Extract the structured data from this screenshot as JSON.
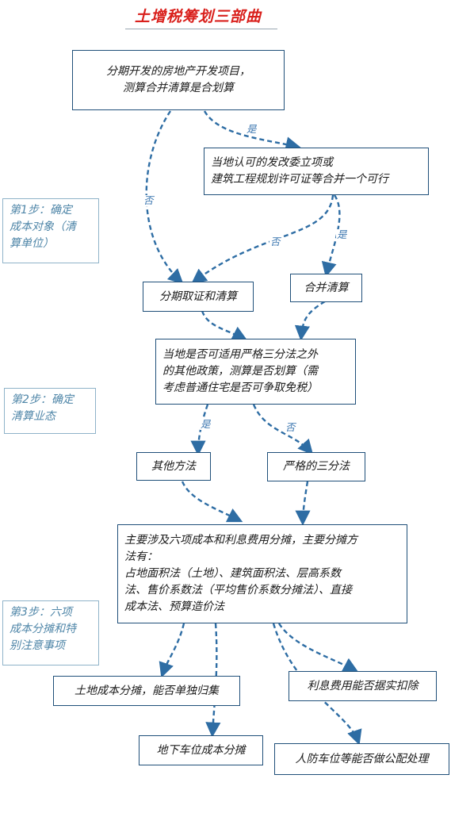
{
  "title": "土增税筹划三部曲",
  "steps": {
    "step1": "第1步：确定\n成本对象（清\n算单位）",
    "step2": "第2步：确定\n清算业态",
    "step3": "第3步：六项\n成本分摊和特\n别注意事项"
  },
  "nodes": {
    "project": "分期开发的房地产开发项目，\n测算合并清算是合划算",
    "approval": "当地认可的发改委立项或\n建筑工程规划许可证等合并一个可行",
    "phased": "分期取证和清算",
    "merged": "合并清算",
    "policy": "当地是否可适用严格三分法之外\n的其他政策，测算是否划算（需\n考虑普通住宅是否可争取免税）",
    "other_method": "其他方法",
    "strict_three": "严格的三分法",
    "allocation": "主要涉及六项成本和利息费用分摊，主要分摊方\n法有：\n占地面积法（土地）、建筑面积法、层高系数\n法、售价系数法（平均售价系数分摊法）、直接\n成本法、预算造价法",
    "land_cost": "土地成本分摊，能否单独归集",
    "interest": "利息费用能否据实扣除",
    "parking": "地下车位成本分摊",
    "civil_defense": "人防车位等能否做公配处理"
  },
  "edge_labels": {
    "yes1": "是",
    "no1": "否",
    "no2": "否",
    "yes2": "是",
    "yes3": "是",
    "no3": "否"
  },
  "colors": {
    "title": "#d9201c",
    "box_border": "#1f4f79",
    "arrow": "#2e6da4",
    "step_border": "#8fb3c9",
    "step_text": "#4f86a8"
  }
}
